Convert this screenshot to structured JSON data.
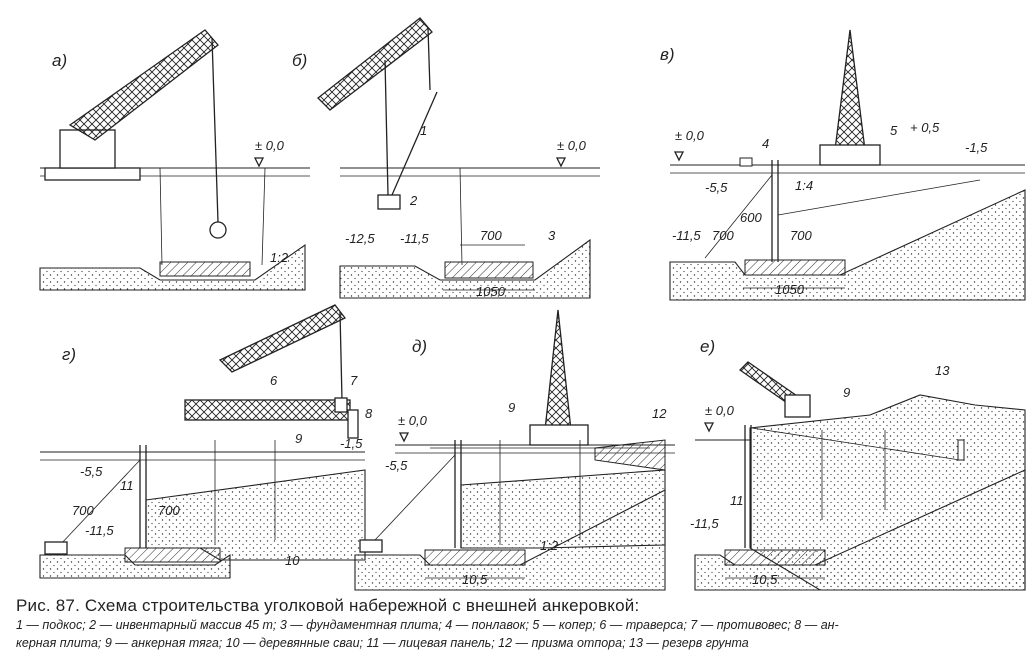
{
  "panels": {
    "a": "а)",
    "b": "б)",
    "v": "в)",
    "g": "г)",
    "d": "д)",
    "e": "е)"
  },
  "levels": {
    "pm00": "± 0,0",
    "p05": "+ 0,5",
    "m15": "-1,5",
    "m55": "-5,5",
    "m115": "-11,5",
    "m125": "-12,5"
  },
  "dims": {
    "d700": "700",
    "d600": "600",
    "d1050": "1050",
    "d105": "10,5"
  },
  "slopes": {
    "s12": "1:2",
    "s14": "1:4"
  },
  "numbers": [
    "1",
    "2",
    "3",
    "4",
    "5",
    "6",
    "7",
    "8",
    "9",
    "10",
    "11",
    "12",
    "13"
  ],
  "caption": {
    "title": "Рис. 87. Схема строительства уголковой набережной с внешней анкеровкой:",
    "legend_line1": "1 — подкос; 2 — инвентарный массив 45 т; 3 — фундаментная плита; 4 — понлавок; 5 — копер; 6 — траверса; 7 — противовес; 8 — ан-",
    "legend_line2": "керная плита; 9 — анкерная тяга; 10 — деревянные сваи; 11 — лицевая панель; 12 — призма отпора; 13 — резерв грунта"
  }
}
